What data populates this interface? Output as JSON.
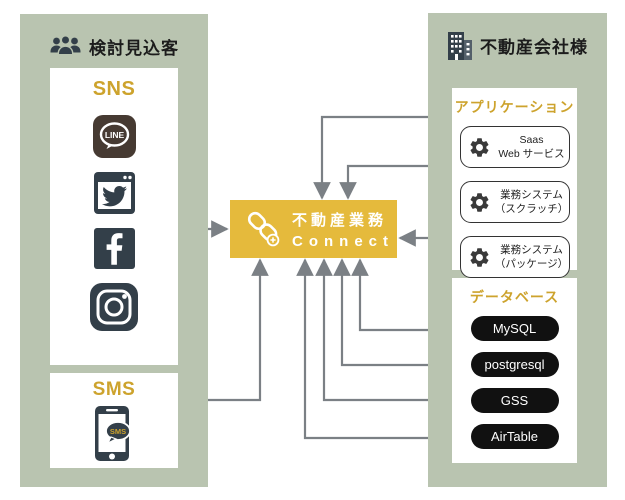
{
  "colors": {
    "panel": "#b9c4b0",
    "gold": "#e5ba3c",
    "goldtext": "#cda32d",
    "slate": "#333f49",
    "brown": "#463a32",
    "pill": "#111111",
    "arrow": "#7b8085",
    "border": "#333333"
  },
  "left_panel": {
    "title": "検討見込客",
    "icon": "people-icon",
    "sns": {
      "title": "SNS",
      "icons": [
        "line-icon",
        "twitter-icon",
        "facebook-icon",
        "instagram-icon"
      ],
      "line_label": "LINE"
    },
    "sms": {
      "title": "SMS",
      "icon": "sms-phone-icon",
      "bubble_label": "SMS"
    }
  },
  "center": {
    "icon": "link-icon",
    "line1": "不動産業務",
    "line2": "Connect"
  },
  "right_panel": {
    "title": "不動産会社様",
    "icon": "building-icon",
    "applications": {
      "title": "アプリケーション",
      "items": [
        {
          "line1": "Saas",
          "line2": "Web サービス"
        },
        {
          "line1": "業務システム",
          "line2": "（スクラッチ）"
        },
        {
          "line1": "業務システム",
          "line2": "（パッケージ）"
        }
      ]
    },
    "databases": {
      "title": "データベース",
      "items": [
        "MySQL",
        "postgresql",
        "GSS",
        "AirTable"
      ]
    }
  }
}
